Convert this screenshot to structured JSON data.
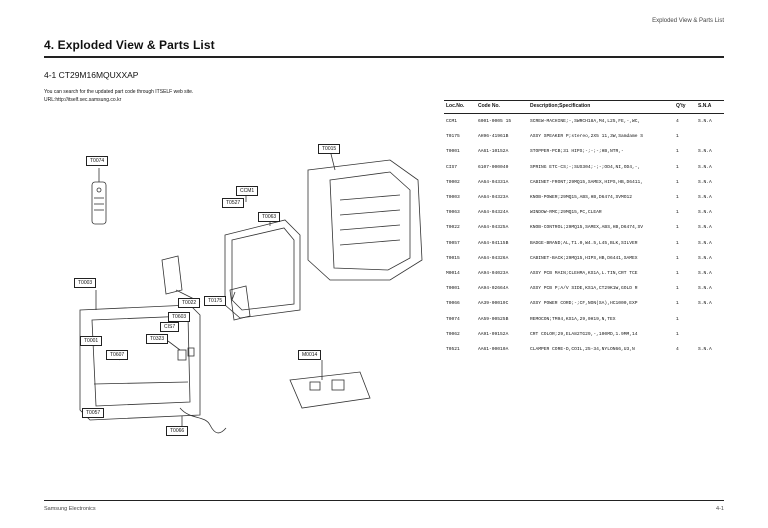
{
  "header": {
    "section_label": "Exploded View & Parts List"
  },
  "title": "4. Exploded View & Parts List",
  "subtitle": "4-1 CT29M16MQUXXAP",
  "note": {
    "line1": "You can search for the updated part code through ITSELF web site.",
    "line2": "URL:http://itself.sec.samsung.co.kr"
  },
  "table": {
    "headers": [
      "Loc.No.",
      "Code No.",
      "Description;Specification",
      "Q'ty",
      "S.N.A"
    ],
    "rows": [
      [
        "CCM1",
        "6001-0005 15",
        "SCREW-MACHINE;-,SWRCH18A,M4,L25,FE,-,WC,",
        "4",
        "S.N.A"
      ],
      [
        "T0175",
        "AH96-41961B",
        "ASSY SPEAKER P;stereo,2X5 11,3W,Samdame S",
        "1",
        ""
      ],
      [
        "T0001",
        "AA61-10152A",
        "STOPPER-PCB;31 HIPS;-;-;-;HB,NTR,-",
        "1",
        "S.N.A"
      ],
      [
        "CIS7",
        "6107-000040",
        "SPRING ETC-CS;-;SUS304;-;-;OD4,NI,OD4,-,",
        "1",
        "S.N.A"
      ],
      [
        "T0002",
        "AA64-04331A",
        "CABINET-FRONT;29MQ15,SAMEX,HIPS,HB,D6411,",
        "1",
        "S.N.A"
      ],
      [
        "T0003",
        "AA64-04323A",
        "KNOB-POWER;29MQ15,ABS,HB,D6474,SVMO12",
        "1",
        "S.N.A"
      ],
      [
        "T0063",
        "AA64-04324A",
        "WINDOW-RMC;29MQ15,PC,CLEAR",
        "1",
        "S.N.A"
      ],
      [
        "T0022",
        "AA64-04325A",
        "KNOB-CONTROL;29MQ15,SAMEX,ABS,HB,D6474,SV",
        "1",
        "S.N.A"
      ],
      [
        "T0057",
        "AA64-04115B",
        "BADGE-BRAND;AL,T1.0,W4.5,L45,BLK,SILVER",
        "1",
        "S.N.A"
      ],
      [
        "T0015",
        "AA64-04326A",
        "CABINET-BACK;29MQ15,HIPS,HB,D6441,SAMEX",
        "1",
        "S.N.A"
      ],
      [
        "M0014",
        "AA94-04023A",
        "ASSY PCB MAIN;CLEHMA,KS1A,L.TIN,CRT TCE",
        "1",
        "S.N.A"
      ],
      [
        "T0001",
        "AA94-02664A",
        "ASSY PCB P;A/V SIDE,KS1A,CT29K1W,GOLD R",
        "1",
        "S.N.A"
      ],
      [
        "T0066",
        "AA39-00019C",
        "ASSY POWER CORD;-;CF,NON(SA),HC1000,EXP",
        "1",
        "S.N.A"
      ],
      [
        "T0074",
        "AA59-00525B",
        "REMOCON;TM94,KS1A,29,0H19,N,TEX",
        "1",
        ""
      ],
      [
        "T0062",
        "AA91-09152A",
        "CRT COLOR;29,ELA82TG29,-,100MD,1.9MM,14",
        "1",
        ""
      ],
      [
        "T0521",
        "AA61-00010A",
        "CLAMPER CORE-D,COIL,25-34,NYLON66,U3,N",
        "4",
        "S.N.A"
      ]
    ]
  },
  "diagram": {
    "callouts": [
      "T0074",
      "T0015",
      "CCM1",
      "T0527",
      "T0063",
      "T0003",
      "T0022",
      "T0175",
      "T0603",
      "CIS7",
      "T0323",
      "T0001",
      "T0607",
      "M0014",
      "T0057",
      "T0066"
    ]
  },
  "footer": {
    "left": "Samsung Electronics",
    "right": "4-1"
  }
}
